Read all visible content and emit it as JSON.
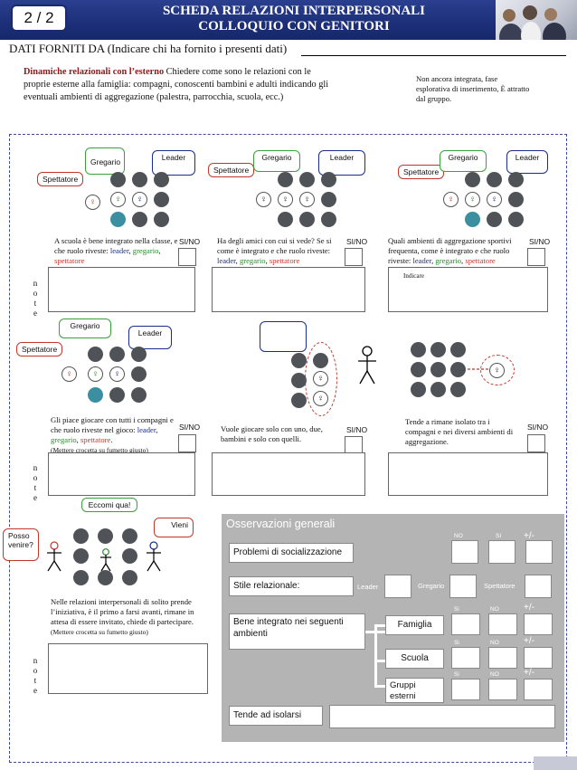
{
  "header": {
    "page_number": "2 / 2",
    "title_line1": "SCHEDA RELAZIONI INTERPERSONALI",
    "title_line2": "COLLOQUIO CON GENITORI"
  },
  "dati": "DATI FORNITI DA (Indicare chi ha fornito i presenti dati)",
  "intro": {
    "bold": "Dinamiche relazionali con l’esterno",
    "text": " Chiedere come  sono le relazioni con le proprie esterne alla famiglia: compagni, conoscenti bambini e adulti indicando gli eventuali ambienti di aggregazione (palestra, parrocchia, scuola, ecc.)"
  },
  "top_note": "Non ancora integrata, fase esplorativa di inserimento, È attratto dal gruppo.",
  "roles": {
    "spettatore": "Spettatore",
    "gregario": "Gregario",
    "leader": "Leader"
  },
  "sino": "SI/NO",
  "note_label": [
    "n",
    "o",
    "t",
    "e"
  ],
  "q1": {
    "text": "A scuola è bene integrato nella classe, e che ruolo riveste: ",
    "leader": "leader",
    "gregario": "gregario",
    "spettatore": "spettatore"
  },
  "q2": {
    "text": "Ha degli amici con cui si vede? Se si come è integrato e che ruolo riveste: ",
    "leader": "leader",
    "gregario": "gregario",
    "spettatore": "spettatore"
  },
  "q3": {
    "text": "Quali ambienti di aggregazione sportivi frequenta, come è integrato e che ruolo riveste: ",
    "leader": "leader",
    "gregario": "gregario",
    "spettatore": "spettatore",
    "indicare": "Indicare"
  },
  "q4": {
    "text": "Gli piace giocare con tutti i compagni e che ruolo riveste nel gioco: ",
    "leader": "leader",
    "gregario": "gregario",
    "spettatore": "spettatore",
    "hint": "(Mettere crocetta su fumetto giusto)"
  },
  "q5": {
    "text": "Vuole giocare solo con uno, due, bambini e solo con quelli."
  },
  "q6": {
    "text": "Tende a rimane isolato tra i compagni e nei diversi ambienti di aggregazione."
  },
  "q7": {
    "eccomi": "Eccomi qua!",
    "posso": "Posso venire?",
    "vieni": "Vieni",
    "text": "Nelle relazioni interpersonali di solito prende l’iniziativa, è il primo a farsi avanti, rimane in attesa di essere invitato, chiede di partecipare.",
    "hint": "(Mettere crocetta su fumetto giusto)"
  },
  "obs": {
    "title": "Osservazioni generali",
    "no": "NO",
    "si": "SI",
    "si_lower": "Si",
    "pm": "+/-",
    "problemi": "Problemi di socializzazione",
    "stile": "Stile relazionale:",
    "leader": "Leader",
    "gregario": "Gregario",
    "spettatore": "Spettatore",
    "bene": "Bene integrato nei seguenti ambienti",
    "famiglia": "Famiglia",
    "scuola": "Scuola",
    "gruppi": "Gruppi esterni",
    "tende": "Tende ad isolarsi"
  }
}
